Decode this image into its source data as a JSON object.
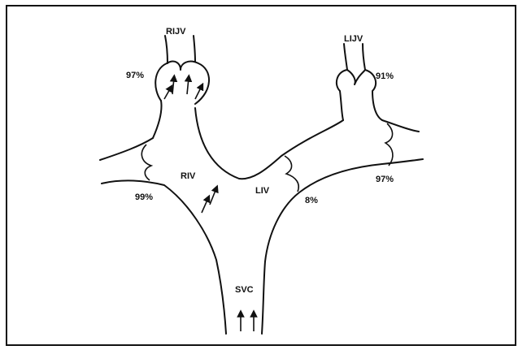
{
  "colors": {
    "line": "#111111",
    "frame": "#111111",
    "background": "#ffffff"
  },
  "labels": {
    "rijv": "RIJV",
    "lijv": "LIJV",
    "riv": "RIV",
    "liv": "LIV",
    "svc": "SVC"
  },
  "saturations": {
    "rijv": "97%",
    "lijv": "91%",
    "right_subclavian": "99%",
    "left_subclavian": "97%",
    "liv_junction": "8%"
  },
  "icons": {
    "flow_arrows": "up-arrow",
    "valves": "valve-cusp"
  }
}
